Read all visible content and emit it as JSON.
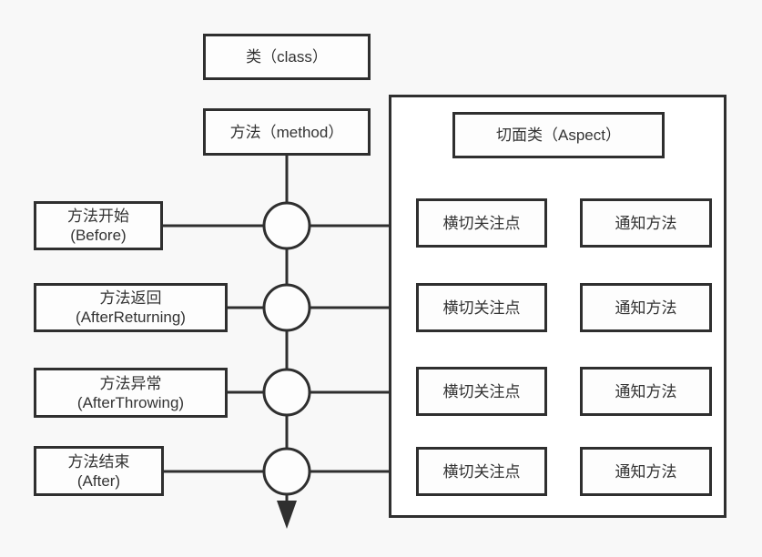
{
  "colors": {
    "background": "#f8f8f8",
    "line": "#2f2f2f",
    "box_fill": "#fdfdfd",
    "aspect_fill": "#ffffff",
    "text": "#333333"
  },
  "nodes": {
    "class_label": "类（class）",
    "method_label": "方法（method）",
    "aspect_label": "切面类（Aspect）"
  },
  "left_nodes": [
    {
      "title": "方法开始",
      "subtitle": "(Before)"
    },
    {
      "title": "方法返回",
      "subtitle": "(AfterReturning)"
    },
    {
      "title": "方法异常",
      "subtitle": "(AfterThrowing)"
    },
    {
      "title": "方法结束",
      "subtitle": "(After)"
    }
  ],
  "aspect_rows": [
    {
      "concern": "横切关注点",
      "advice": "通知方法"
    },
    {
      "concern": "横切关注点",
      "advice": "通知方法"
    },
    {
      "concern": "横切关注点",
      "advice": "通知方法"
    },
    {
      "concern": "横切关注点",
      "advice": "通知方法"
    }
  ]
}
